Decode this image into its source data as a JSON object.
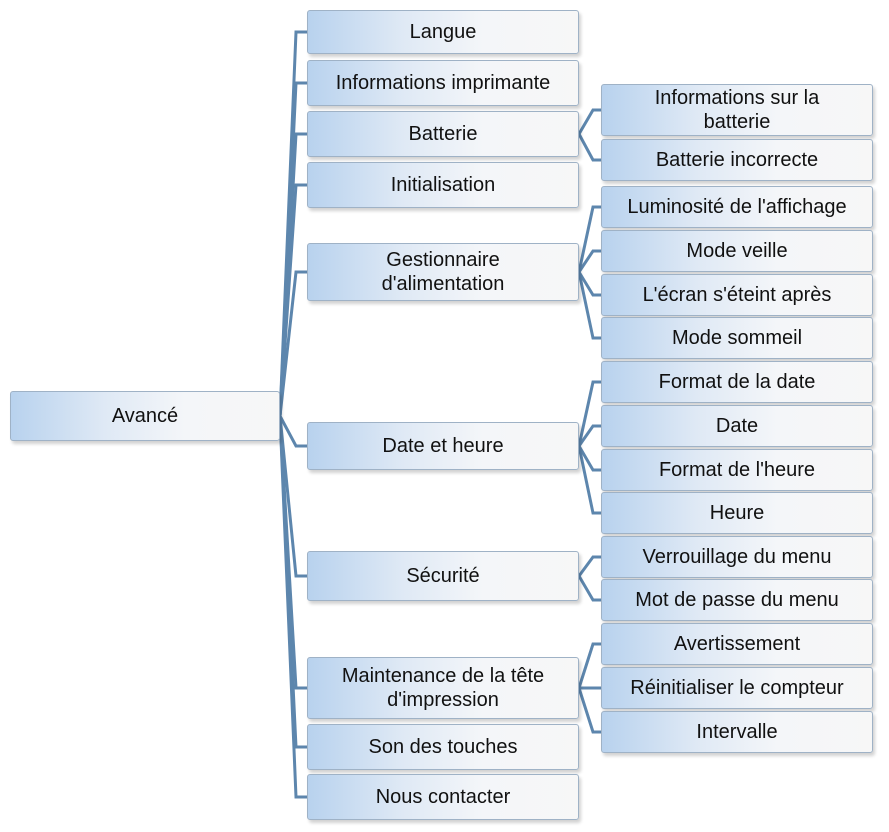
{
  "colors": {
    "connector": "#5d86ad",
    "node_border": "#9fb2c6",
    "node_fill_start": "#b8d2ee",
    "node_fill_end": "#f7f7f7",
    "text": "#111111"
  },
  "tree": {
    "root": "Avancé",
    "children": [
      {
        "label": "Langue",
        "children": []
      },
      {
        "label": "Informations imprimante",
        "children": []
      },
      {
        "label": "Batterie",
        "children": [
          {
            "label": "Informations sur la batterie"
          },
          {
            "label": "Batterie incorrecte"
          }
        ]
      },
      {
        "label": "Initialisation",
        "children": []
      },
      {
        "label": "Gestionnaire d'alimentation",
        "children": [
          {
            "label": "Luminosité de l'affichage"
          },
          {
            "label": "Mode veille"
          },
          {
            "label": "L'écran s'éteint après"
          },
          {
            "label": "Mode sommeil"
          }
        ]
      },
      {
        "label": "Date et heure",
        "children": [
          {
            "label": "Format de la date"
          },
          {
            "label": "Date"
          },
          {
            "label": "Format de l'heure"
          },
          {
            "label": "Heure"
          }
        ]
      },
      {
        "label": "Sécurité",
        "children": [
          {
            "label": "Verrouillage du menu"
          },
          {
            "label": "Mot de passe du menu"
          }
        ]
      },
      {
        "label": "Maintenance de la tête d'impression",
        "children": [
          {
            "label": "Avertissement"
          },
          {
            "label": "Réinitialiser le compteur"
          },
          {
            "label": "Intervalle"
          }
        ]
      },
      {
        "label": "Son des touches",
        "children": []
      },
      {
        "label": "Nous contacter",
        "children": []
      }
    ]
  }
}
